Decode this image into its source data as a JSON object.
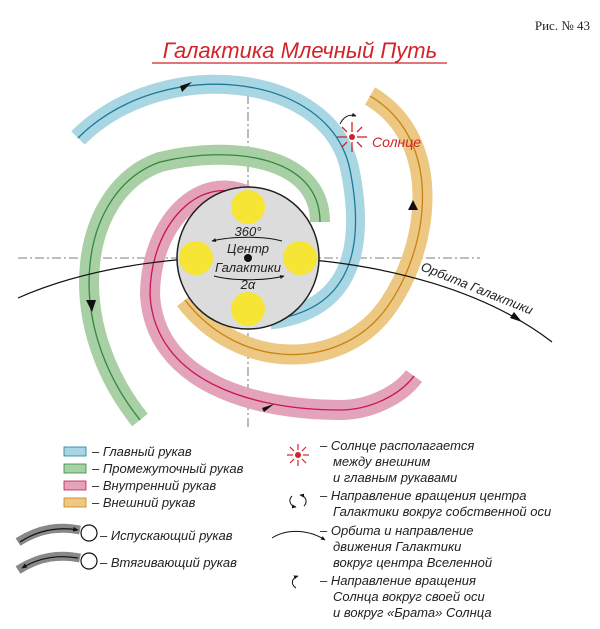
{
  "figure_number": "Рис. № 43",
  "title": "Галактика Млечный Путь",
  "center": {
    "degrees": "360°",
    "line1": "Центр",
    "line2": "Галактики",
    "angle": "2α"
  },
  "sun_label": "Солнце",
  "orbit_label": "Орбита Галактики",
  "colors": {
    "main_arm": "#a9d6e3",
    "intermediate_arm": "#a9cfa4",
    "inner_arm": "#e3a3bb",
    "outer_arm": "#ecc882",
    "main_line": "#1a7b9d",
    "intermediate_line": "#2d8a43",
    "inner_line": "#c8174f",
    "outer_line": "#c98212",
    "sun": "#d2232a",
    "yellow_disk": "#f6e534",
    "center_disk": "#dcdcdc"
  },
  "legend": {
    "arms": [
      {
        "label": "– Главный рукав"
      },
      {
        "label": "– Промежуточный рукав"
      },
      {
        "label": "– Внутренний рукав"
      },
      {
        "label": "– Внешний рукав"
      }
    ],
    "emitting": "– Испускающий рукав",
    "absorbing": "– Втягивающий рукав",
    "sun_note": [
      "– Солнце располагается",
      "между внешним",
      "и главным  рукавами"
    ],
    "rotation_note": [
      "– Направление вращения центра",
      "Галактики вокруг собственной оси"
    ],
    "orbit_note": [
      "– Орбита и направление",
      "движения Галактики",
      "вокруг центра Вселенной"
    ],
    "sun_rotation_note": [
      "– Направление вращения",
      "Солнца вокруг своей оси",
      "и вокруг «Брата» Солнца"
    ]
  }
}
